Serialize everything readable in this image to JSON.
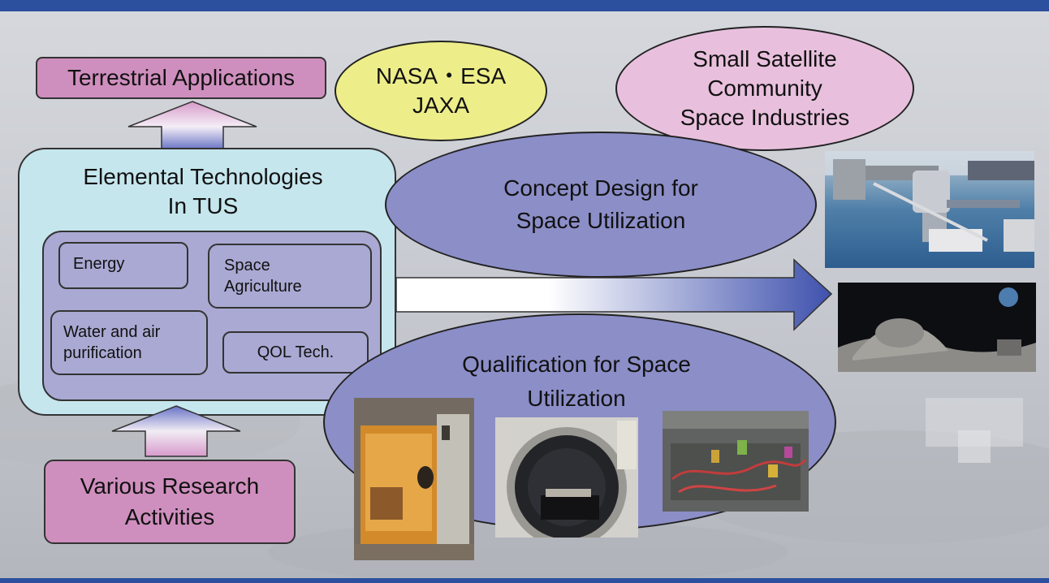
{
  "top_left_box": {
    "label": "Terrestrial Applications"
  },
  "agencies": {
    "label": "NASA・ESA\nJAXA"
  },
  "community": {
    "label": "Small Satellite\nCommunity\nSpace Industries"
  },
  "elemental": {
    "title": "Elemental Technologies\nIn TUS"
  },
  "tech_items": {
    "energy": "Energy",
    "agriculture": "Space\nAgriculture",
    "water": "Water and air\npurification",
    "qol": "QOL Tech."
  },
  "concept": {
    "label": "Concept Design for\nSpace Utilization"
  },
  "qualification": {
    "label": "Qualification for Space\nUtilization"
  },
  "research": {
    "label": "Various Research\nActivities"
  },
  "colors": {
    "banner": "#2c4f9e",
    "pink_box": "#cf8fbe",
    "yellow_ellipse": "#eded8a",
    "pink_ellipse": "#e8c0dd",
    "lavender_ellipse": "#8c8ec8",
    "cyan_panel": "#c6e6ee",
    "inner_panel": "#a9a9d3",
    "arrow_blue": "#4a5cb3"
  },
  "images": {
    "space_station": "space-station-photo",
    "lunar_base": "lunar-base-photo",
    "lab_door": "lab-photo",
    "vacuum_chamber": "vacuum-chamber-photo",
    "circuit_board": "circuit-board-photo"
  }
}
